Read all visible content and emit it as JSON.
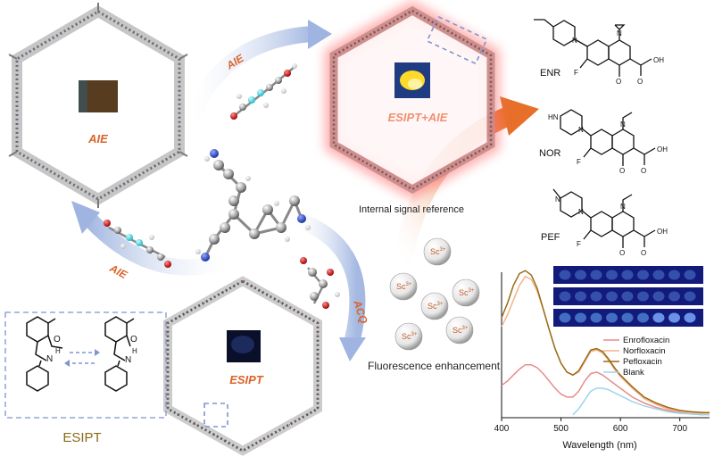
{
  "labels": {
    "aie_center_top": "AIE",
    "aie_arrow_top": "AIE",
    "aie_arrow_left": "AIE",
    "esipt_aie_center": "ESIPT+AIE",
    "esipt_center": "ESIPT",
    "acq_arrow": "ACQ",
    "internal_signal": "Internal signal reference",
    "fluorescence": "Fluorescence enhancement",
    "esipt_box": "ESIPT",
    "sc_ion": "Sc",
    "sc_charge": "3+"
  },
  "molecules": [
    {
      "name": "ENR"
    },
    {
      "name": "NOR"
    },
    {
      "name": "PEF"
    }
  ],
  "chem_text": {
    "n": "N",
    "f": "F",
    "o": "O",
    "oh": "OH",
    "h": "H",
    "hn": "HN",
    "n_plus": "N+"
  },
  "colors": {
    "accent_orange": "#d9642a",
    "arrow_blue": "#9fb4e0",
    "esipt_label": "#8a6a1a",
    "dash_box": "#7f95cf"
  },
  "chart_data": {
    "type": "line",
    "xlabel": "Wavelength (nm)",
    "ylabel": "",
    "xlim": [
      400,
      750
    ],
    "x_ticks": [
      400,
      500,
      600,
      700
    ],
    "series": [
      {
        "name": "Enrofloxacin",
        "color": "#e98b8b",
        "x": [
          400,
          410,
          420,
          430,
          440,
          450,
          460,
          470,
          480,
          490,
          500,
          510,
          520,
          530,
          540,
          550,
          560,
          570,
          580,
          590,
          600,
          620,
          640,
          660,
          680,
          700,
          720,
          740,
          750
        ],
        "y": [
          0.22,
          0.25,
          0.29,
          0.33,
          0.36,
          0.36,
          0.34,
          0.3,
          0.25,
          0.2,
          0.16,
          0.14,
          0.14,
          0.18,
          0.25,
          0.3,
          0.31,
          0.29,
          0.26,
          0.23,
          0.2,
          0.14,
          0.1,
          0.07,
          0.05,
          0.035,
          0.025,
          0.02,
          0.02
        ]
      },
      {
        "name": "Norfloxacin",
        "color": "#f2b48c",
        "x": [
          400,
          410,
          420,
          430,
          440,
          450,
          460,
          470,
          480,
          490,
          500,
          510,
          520,
          530,
          540,
          550,
          560,
          570,
          580,
          590,
          600,
          620,
          640,
          660,
          680,
          700,
          720,
          740,
          750
        ],
        "y": [
          0.62,
          0.7,
          0.8,
          0.9,
          0.96,
          0.94,
          0.86,
          0.74,
          0.6,
          0.47,
          0.37,
          0.31,
          0.29,
          0.31,
          0.38,
          0.45,
          0.46,
          0.44,
          0.39,
          0.33,
          0.28,
          0.2,
          0.13,
          0.09,
          0.06,
          0.045,
          0.035,
          0.03,
          0.03
        ]
      },
      {
        "name": "Pefloxacin",
        "color": "#9a6b17",
        "x": [
          400,
          410,
          420,
          430,
          440,
          450,
          460,
          470,
          480,
          490,
          500,
          510,
          520,
          530,
          540,
          550,
          560,
          570,
          580,
          590,
          600,
          620,
          640,
          660,
          680,
          700,
          720,
          740,
          750
        ],
        "y": [
          0.68,
          0.78,
          0.9,
          0.98,
          1.0,
          0.97,
          0.88,
          0.74,
          0.6,
          0.47,
          0.37,
          0.31,
          0.29,
          0.32,
          0.39,
          0.46,
          0.47,
          0.45,
          0.4,
          0.34,
          0.29,
          0.21,
          0.14,
          0.1,
          0.07,
          0.05,
          0.04,
          0.035,
          0.035
        ]
      },
      {
        "name": "Blank",
        "color": "#9fd3ea",
        "x": [
          520,
          530,
          540,
          550,
          560,
          570,
          580,
          590,
          600,
          620,
          640,
          660,
          680,
          700,
          720,
          740,
          750
        ],
        "y": [
          0.02,
          0.06,
          0.12,
          0.18,
          0.2,
          0.2,
          0.19,
          0.17,
          0.15,
          0.11,
          0.08,
          0.06,
          0.04,
          0.03,
          0.025,
          0.02,
          0.02
        ]
      }
    ]
  }
}
